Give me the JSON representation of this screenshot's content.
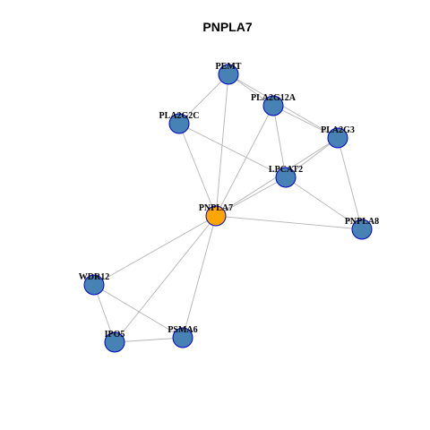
{
  "title": "PNPLA7",
  "colors": {
    "query_node": "#ffa500",
    "neighbor_node": "#4682b4",
    "node_border": "#0000cd",
    "edge": "#b3b3b3"
  },
  "nodes": [
    {
      "id": "PEMT",
      "label": "PEMT",
      "query": false
    },
    {
      "id": "PLA2G12A",
      "label": "PLA2G12A",
      "query": false
    },
    {
      "id": "PLA2G2C",
      "label": "PLA2G2C",
      "query": false
    },
    {
      "id": "PLA2G3",
      "label": "PLA2G3",
      "query": false
    },
    {
      "id": "LPCAT2",
      "label": "LPCAT2",
      "query": false
    },
    {
      "id": "PNPLA7",
      "label": "PNPLA7",
      "query": true
    },
    {
      "id": "PNPLA8",
      "label": "PNPLA8",
      "query": false
    },
    {
      "id": "WDR12",
      "label": "WDR12",
      "query": false
    },
    {
      "id": "IPO5",
      "label": "IPO5",
      "query": false
    },
    {
      "id": "PSMA6",
      "label": "PSMA6",
      "query": false
    }
  ],
  "edges": [
    [
      "PEMT",
      "PLA2G12A"
    ],
    [
      "PEMT",
      "PLA2G2C"
    ],
    [
      "PEMT",
      "PLA2G3"
    ],
    [
      "PEMT",
      "PNPLA7"
    ],
    [
      "PLA2G12A",
      "PLA2G3"
    ],
    [
      "PLA2G12A",
      "LPCAT2"
    ],
    [
      "PLA2G12A",
      "PNPLA7"
    ],
    [
      "PLA2G2C",
      "PNPLA7"
    ],
    [
      "PLA2G2C",
      "LPCAT2"
    ],
    [
      "PLA2G3",
      "LPCAT2"
    ],
    [
      "PLA2G3",
      "PNPLA7"
    ],
    [
      "PLA2G3",
      "PNPLA8"
    ],
    [
      "LPCAT2",
      "PNPLA7"
    ],
    [
      "LPCAT2",
      "PNPLA8"
    ],
    [
      "PNPLA7",
      "PNPLA8"
    ],
    [
      "PNPLA7",
      "WDR12"
    ],
    [
      "PNPLA7",
      "IPO5"
    ],
    [
      "PNPLA7",
      "PSMA6"
    ],
    [
      "WDR12",
      "IPO5"
    ],
    [
      "WDR12",
      "PSMA6"
    ],
    [
      "IPO5",
      "PSMA6"
    ]
  ]
}
